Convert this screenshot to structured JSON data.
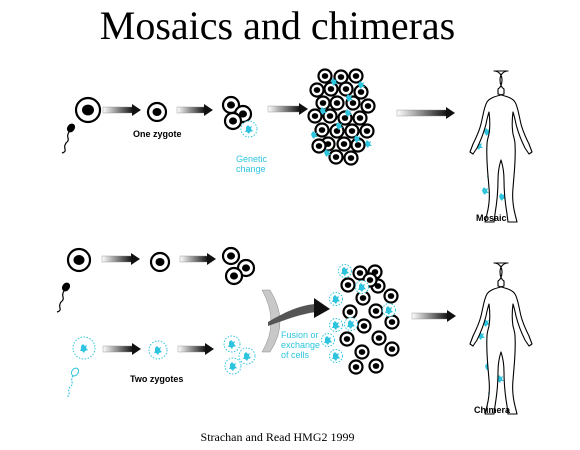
{
  "title": "Mosaics and chimeras",
  "labels": {
    "one_zygote": "One zygote",
    "genetic_change": [
      "Genetic",
      "change"
    ],
    "mosaic": "Mosaic",
    "two_zygotes": "Two zygotes",
    "fusion": [
      "Fusion or",
      "exchange",
      "of cells"
    ],
    "chimera": "Chimera"
  },
  "citation": "Strachan and Read HMG2  1999",
  "colors": {
    "cyan": "#2ec4dd",
    "black": "#000000"
  }
}
